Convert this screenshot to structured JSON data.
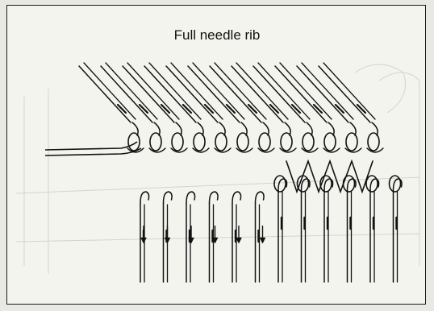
{
  "title": "Full needle rib",
  "illustration": {
    "upper_needles": 12,
    "lower_needles": 12,
    "arrows_down": 6
  },
  "colors": {
    "ink": "#111111",
    "paper": "#f4f4ee",
    "faint": "#d8d8d0"
  }
}
